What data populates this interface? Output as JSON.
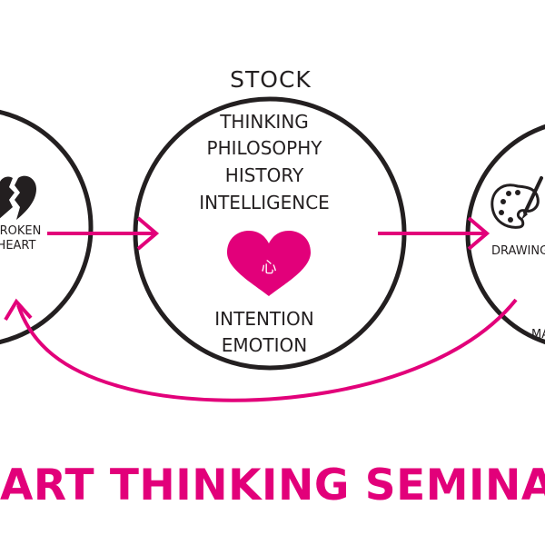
{
  "colors": {
    "pink": "#e2007a",
    "ink": "#231f20",
    "background": "#ffffff"
  },
  "left_node": {
    "icon": "broken-heart-icon",
    "label_line1": "BROKEN",
    "label_line2": "HEART"
  },
  "center_node": {
    "heading": "STOCK",
    "items": [
      "THINKING",
      "PHILOSOPHY",
      "HISTORY",
      "INTELLIGENCE"
    ],
    "heart_icon": "heart-icon",
    "heart_glyph": "心",
    "bottom_items": [
      "INTENTION",
      "EMOTION"
    ]
  },
  "right_node": {
    "icon": "palette-icon",
    "label": "DRAWING",
    "label_partial": "MA"
  },
  "title": "ART THINKING SEMINAR"
}
